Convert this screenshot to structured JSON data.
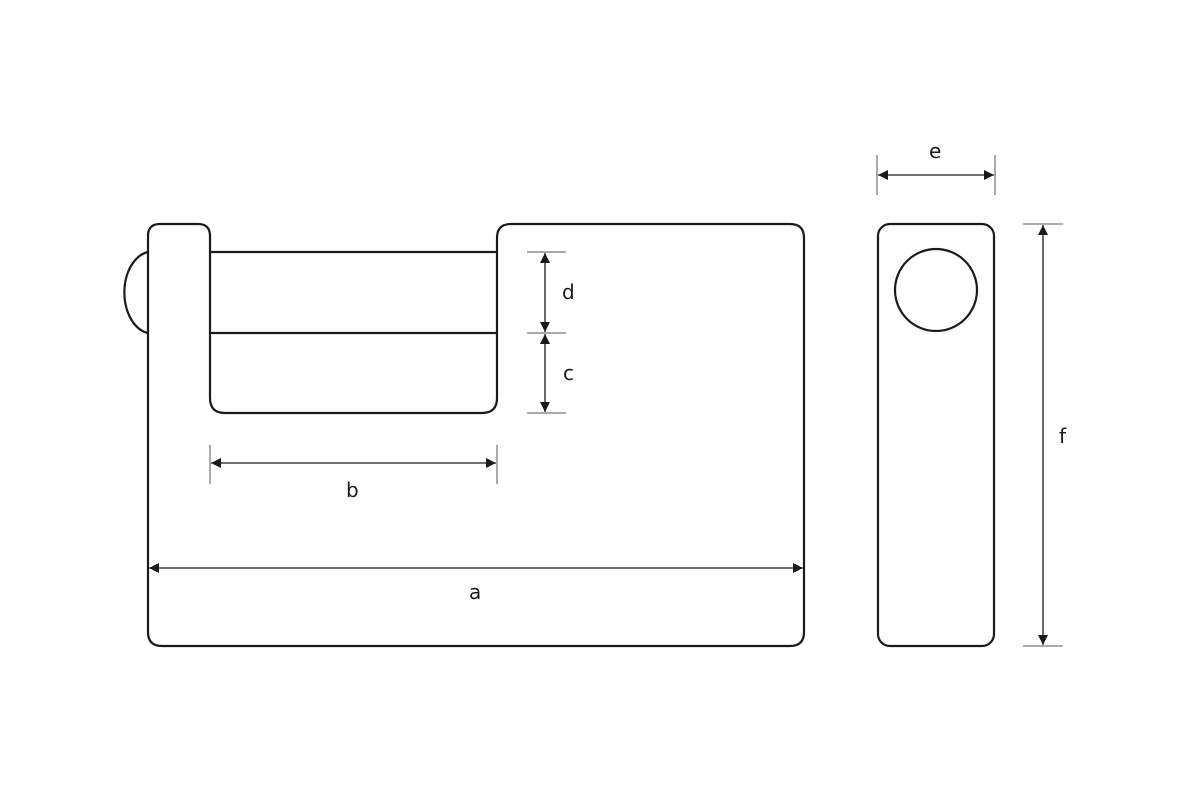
{
  "diagram": {
    "labels": {
      "a": "a",
      "b": "b",
      "c": "c",
      "d": "d",
      "e": "e",
      "f": "f"
    },
    "colors": {
      "line": "#1a1a1a",
      "background": "#ffffff"
    }
  }
}
